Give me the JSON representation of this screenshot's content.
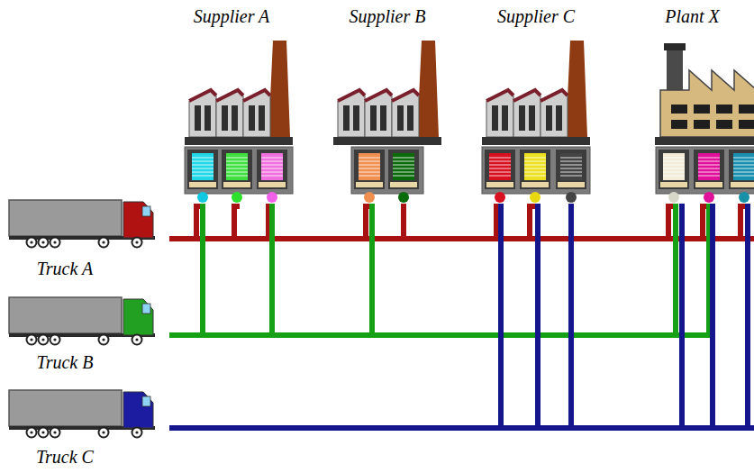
{
  "diagram": {
    "nodes": [
      {
        "text": [
          "Supplier A"
        ]
      },
      {
        "text": [
          "Supplier B"
        ]
      },
      {
        "text": [
          "Supplier C"
        ]
      },
      {
        "text": [
          "Plant X"
        ]
      },
      {
        "text": [
          "Truck A"
        ]
      },
      {
        "text": [
          "Truck B"
        ]
      },
      {
        "text": [
          "Truck C"
        ]
      }
    ],
    "edges": [
      {
        "from": 4,
        "to": 0,
        "arrow": "none"
      },
      {
        "from": 4,
        "to": 1,
        "arrow": "none"
      },
      {
        "from": 4,
        "to": 2,
        "arrow": "none"
      },
      {
        "from": 4,
        "to": 3,
        "arrow": "none"
      },
      {
        "from": 5,
        "to": 0,
        "arrow": "none"
      },
      {
        "from": 5,
        "to": 1,
        "arrow": "none"
      },
      {
        "from": 5,
        "to": 3,
        "arrow": "none"
      },
      {
        "from": 6,
        "to": 2,
        "arrow": "none"
      },
      {
        "from": 6,
        "to": 3,
        "arrow": "none"
      }
    ]
  }
}
